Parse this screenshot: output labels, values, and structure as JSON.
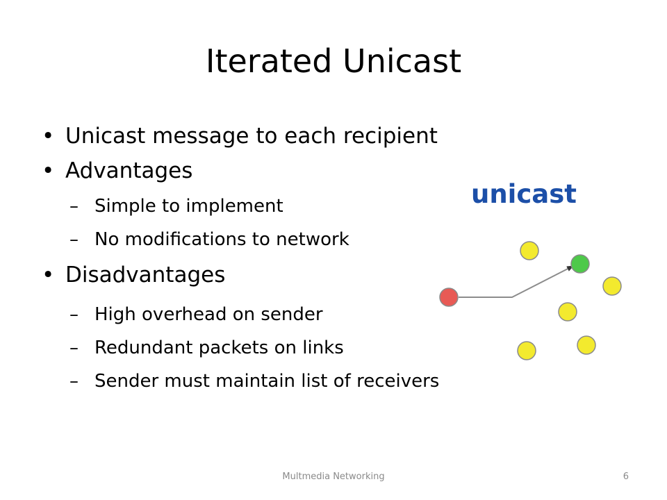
{
  "title": "Iterated Unicast",
  "bullets": [
    {
      "text": "Unicast message to each recipient",
      "subitems": []
    },
    {
      "text": "Advantages",
      "subitems": [
        "Simple to implement",
        "No modifications to network"
      ]
    },
    {
      "text": "Disadvantages",
      "subitems": [
        "High overhead on sender",
        "Redundant packets on links",
        "Sender must maintain list of receivers"
      ]
    }
  ],
  "figure": {
    "label": "unicast",
    "colors": {
      "label": "#1c4fa8",
      "sender": "#e85a55",
      "active_receiver": "#4ec94a",
      "receiver": "#f3ea2e",
      "node_stroke": "#8a8a8a",
      "link": "#8c8c8c"
    }
  },
  "footer": {
    "text": "Multmedia Networking",
    "page_number": "6"
  }
}
